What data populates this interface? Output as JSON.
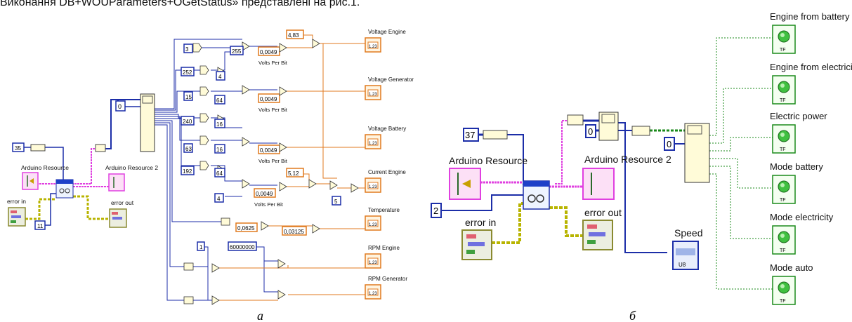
{
  "header_text": "Виконання DB+WOUParameters+OGetStatus» представлені на рис.1.",
  "panel_a": {
    "caption": "а",
    "arduino_resource": "Arduino Resource",
    "arduino_resource_2": "Arduino Resource 2",
    "error_in": "error in",
    "error_out": "error out",
    "const_35": "35",
    "const_11": "11",
    "const_0": "0",
    "const_3": "3",
    "const_255": "255",
    "const_252": "252",
    "const_4a": "4",
    "const_15": "15",
    "const_64a": "64",
    "const_240": "240",
    "const_16a": "16",
    "const_63": "63",
    "const_16b": "16",
    "const_192": "192",
    "const_64b": "64",
    "const_4b": "4",
    "const_1": "1",
    "const_6000000": "60000000",
    "const_483": "4,83",
    "const_512": "5,12",
    "const_5": "5",
    "const_0049a": "0,0049",
    "const_0049b": "0,0049",
    "const_0049c": "0,0049",
    "const_0049d": "0,0049",
    "const_00625": "0,0625",
    "const_003125": "0,03125",
    "volts_per_bit": "Volts Per Bit",
    "outputs": [
      "Voltage Engine",
      "Voltage Generator",
      "Voltage Battery",
      "Current Engine",
      "Temperature",
      "RPM Engine",
      "RPM Generator"
    ],
    "indicator_text": "1.23"
  },
  "panel_b": {
    "caption": "б",
    "const_37": "37",
    "const_2": "2",
    "const_0a": "0",
    "const_0b": "0",
    "arduino_resource": "Arduino Resource",
    "arduino_resource_2": "Arduino Resource 2",
    "error_in": "error in",
    "error_out": "error out",
    "speed": "Speed",
    "u8": "U8",
    "tf": "TF",
    "outputs": [
      "Engine from battery",
      "Engine from electricity",
      "Electric power",
      "Mode battery",
      "Mode electricity",
      "Mode auto"
    ]
  },
  "colors": {
    "int_wire": "#1c2ea8",
    "float_wire": "#e07a1f",
    "bool_wire": "#1a8a1a",
    "resource_wire": "#e040e0",
    "error_wire": "#b8b400"
  }
}
